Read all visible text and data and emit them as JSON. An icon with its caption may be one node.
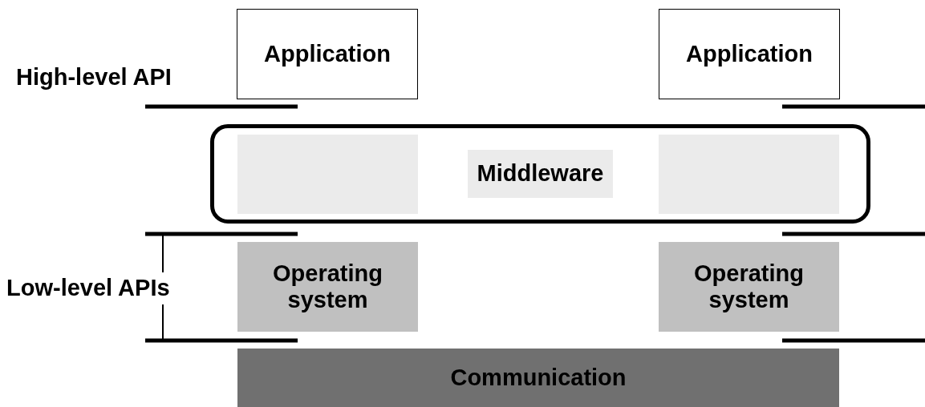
{
  "diagram": {
    "nodes": [
      {
        "text": [
          "Application"
        ]
      },
      {
        "text": [
          "Application"
        ]
      },
      {
        "text": [
          "Middleware"
        ]
      },
      {
        "text": [],
        "shape": "box",
        "in": 2
      },
      {
        "text": [],
        "shape": "box",
        "in": 2
      },
      {
        "text": [
          "Operating system"
        ]
      },
      {
        "text": [
          "Operating system"
        ]
      },
      {
        "text": [
          "Communication"
        ]
      }
    ],
    "labels": [
      "High-level API",
      "Low-level APIs"
    ]
  }
}
